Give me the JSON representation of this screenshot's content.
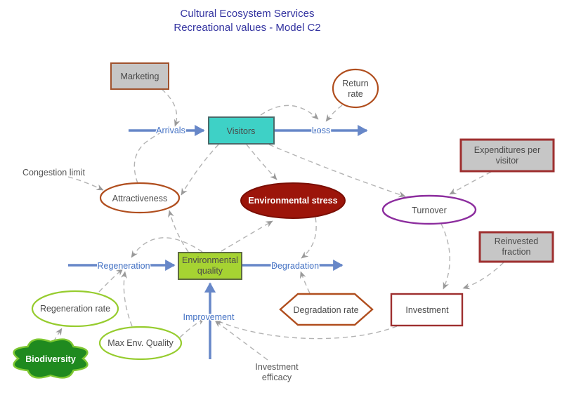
{
  "title": {
    "line1": "Cultural Ecosystem Services",
    "line2": "Recreational values - Model C2"
  },
  "stocks": {
    "visitors": {
      "label": "Visitors"
    },
    "environmental_quality": {
      "line1": "Environmental",
      "line2": "quality"
    }
  },
  "flows": {
    "arrivals": {
      "label": "Arrivals"
    },
    "loss": {
      "label": "Loss"
    },
    "regeneration": {
      "label": "Regeneration"
    },
    "degradation": {
      "label": "Degradation"
    },
    "improvement": {
      "label": "Improvement"
    }
  },
  "variables": {
    "marketing": {
      "label": "Marketing"
    },
    "return_rate": {
      "line1": "Return",
      "line2": "rate"
    },
    "expenditures_per_visitor": {
      "line1": "Expenditures per",
      "line2": "visitor"
    },
    "congestion_limit": {
      "label": "Congestion limit"
    },
    "attractiveness": {
      "label": "Attractiveness"
    },
    "environmental_stress": {
      "label": "Environmental stress"
    },
    "turnover": {
      "label": "Turnover"
    },
    "reinvested_fraction": {
      "line1": "Reinvested",
      "line2": "fraction"
    },
    "degradation_rate": {
      "label": "Degradation rate"
    },
    "investment": {
      "label": "Investment"
    },
    "regeneration_rate": {
      "label": "Regeneration rate"
    },
    "max_env_quality": {
      "label": "Max Env. Quality"
    },
    "biodiversity": {
      "label": "Biodiversity"
    },
    "investment_efficacy": {
      "line1": "Investment",
      "line2": "efficacy"
    }
  },
  "connections": [
    {
      "from": "Marketing",
      "to": "Arrivals"
    },
    {
      "from": "Attractiveness",
      "to": "Arrivals"
    },
    {
      "from": "Congestion limit",
      "to": "Attractiveness"
    },
    {
      "from": "Visitors",
      "to": "Attractiveness"
    },
    {
      "from": "Environmental quality",
      "to": "Attractiveness"
    },
    {
      "from": "Visitors",
      "to": "Environmental stress"
    },
    {
      "from": "Environmental quality",
      "to": "Environmental stress"
    },
    {
      "from": "Visitors",
      "to": "Turnover"
    },
    {
      "from": "Expenditures per visitor",
      "to": "Turnover"
    },
    {
      "from": "Return rate",
      "to": "Loss"
    },
    {
      "from": "Visitors",
      "to": "Loss"
    },
    {
      "from": "Turnover",
      "to": "Investment"
    },
    {
      "from": "Reinvested fraction",
      "to": "Investment"
    },
    {
      "from": "Environmental stress",
      "to": "Degradation"
    },
    {
      "from": "Degradation rate",
      "to": "Degradation"
    },
    {
      "from": "Environmental quality",
      "to": "Regeneration"
    },
    {
      "from": "Regeneration rate",
      "to": "Regeneration"
    },
    {
      "from": "Max Env. Quality",
      "to": "Regeneration"
    },
    {
      "from": "Biodiversity",
      "to": "Regeneration rate"
    },
    {
      "from": "Max Env. Quality",
      "to": "Improvement"
    },
    {
      "from": "Investment",
      "to": "Improvement"
    },
    {
      "from": "Investment efficacy",
      "to": "Improvement"
    }
  ],
  "colors": {
    "title_text": "#3333a0",
    "flow_blue": "#6787c8",
    "flow_label_blue": "#4472c4",
    "connector_gray": "#b3b3b3",
    "node_text": "#4a4a4a",
    "visitors_fill": "#3ed1c6",
    "quality_fill": "#a6d332",
    "stress_fill": "#9c150a",
    "biodiversity_fill": "#1f8a1f",
    "gray_fill": "#c6c6c6",
    "brown_outline": "#b04e1e",
    "dark_red_outline": "#9e2f2f",
    "purple_outline": "#8c2d9e",
    "green_outline": "#96cc2e"
  }
}
